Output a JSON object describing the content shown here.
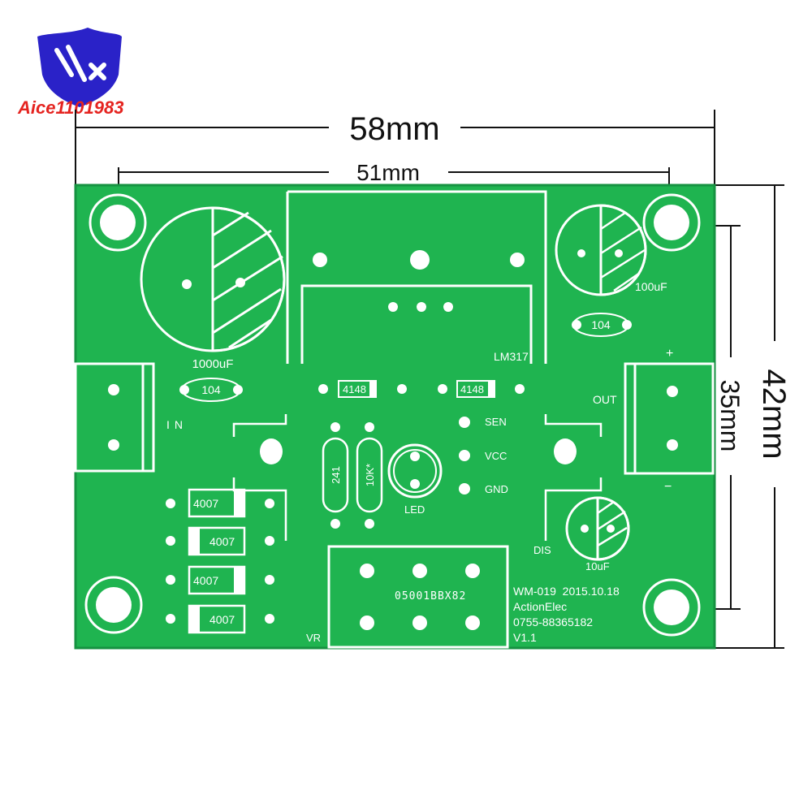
{
  "brand": {
    "name": "Aice1101983",
    "logo_color": "#2a22c8",
    "text_color": "#e52420"
  },
  "dimensions": {
    "width_outer": "58mm",
    "width_holes": "51mm",
    "height_outer": "42mm",
    "height_holes": "35mm"
  },
  "colors": {
    "pcb": "#1fb450",
    "pcb_dark": "#169241",
    "silkscreen": "#ffffff",
    "dimension_lines": "#111111"
  },
  "silkscreen": {
    "cap_big": "1000uF",
    "cap_100": "100uF",
    "cap_10": "10uF",
    "ceramic_left": "104",
    "ceramic_right": "104",
    "regulator": "LM317",
    "diode_a": "4148",
    "diode_b": "4148",
    "input": "IN",
    "output": "OUT",
    "plus": "+",
    "minus": "−",
    "sen": "SEN",
    "vcc": "VCC",
    "gnd": "GND",
    "r1": "241",
    "r2": "10K*",
    "led": "LED",
    "dis": "DIS",
    "rectifier": [
      "4007",
      "4007",
      "4007",
      "4007"
    ],
    "pot_code": "05001BBX82",
    "vr": "VR",
    "board_info": [
      "WM-019  2015.10.18",
      "ActionElec",
      "0755-88365182",
      "V1.1"
    ]
  }
}
